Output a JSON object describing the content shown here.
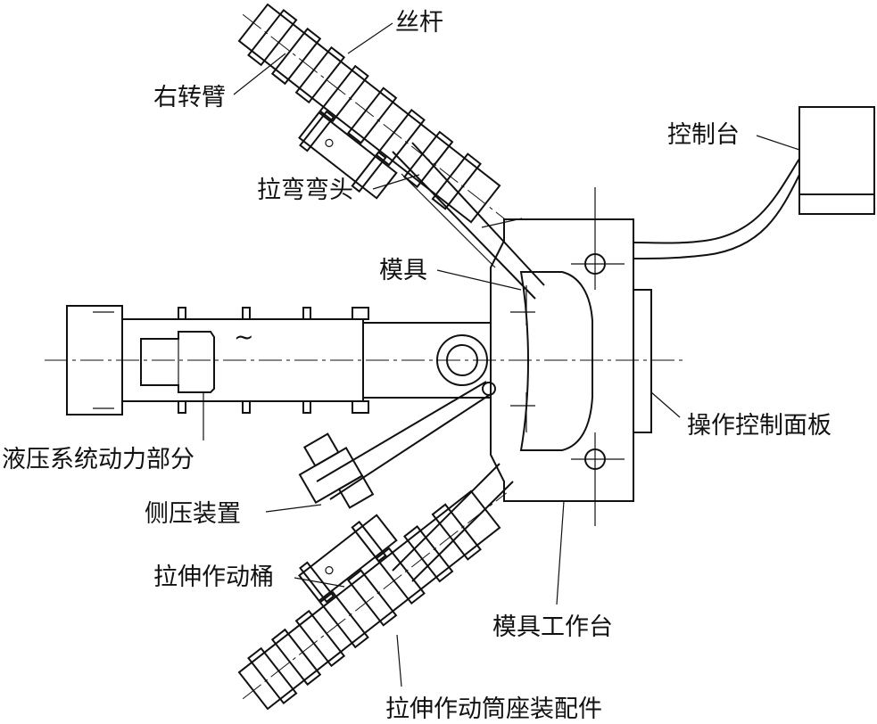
{
  "labels": {
    "lead_screw": "丝杆",
    "right_arm": "右转臂",
    "control_desk": "控制台",
    "pull_elbow": "拉弯弯头",
    "mold": "模具",
    "hydraulic_power": "液压系统动力部分",
    "operation_panel": "操作控制面板",
    "side_press": "侧压装置",
    "stretch_cylinder": "拉伸作动桶",
    "mold_table": "模具工作台",
    "cylinder_mount": "拉伸作动筒座装配件"
  },
  "symbols": {
    "tilde": "~"
  }
}
